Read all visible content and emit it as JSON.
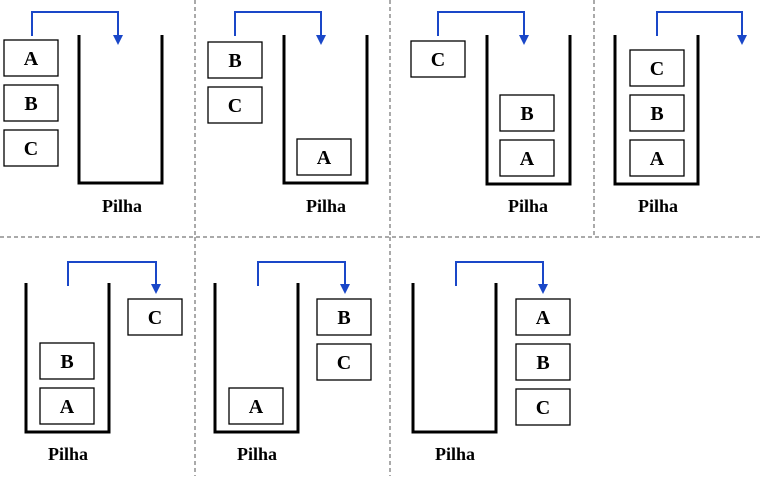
{
  "stack_label": "Pilha",
  "colors": {
    "arrow": "#1a47c8",
    "stroke": "#000000",
    "divider": "#555555"
  },
  "panels": [
    {
      "boxes_outside": [
        "A",
        "B",
        "C"
      ],
      "boxes_in_stack": []
    },
    {
      "boxes_outside": [
        "B",
        "C"
      ],
      "boxes_in_stack": [
        "A"
      ]
    },
    {
      "boxes_outside": [
        "C"
      ],
      "boxes_in_stack": [
        "B",
        "A"
      ]
    },
    {
      "boxes_outside": [],
      "boxes_in_stack": [
        "C",
        "B",
        "A"
      ]
    },
    {
      "boxes_outside": [
        "C"
      ],
      "boxes_in_stack": [
        "B",
        "A"
      ]
    },
    {
      "boxes_outside": [
        "B",
        "C"
      ],
      "boxes_in_stack": [
        "A"
      ]
    },
    {
      "boxes_outside": [
        "A",
        "B",
        "C"
      ],
      "boxes_in_stack": []
    }
  ]
}
